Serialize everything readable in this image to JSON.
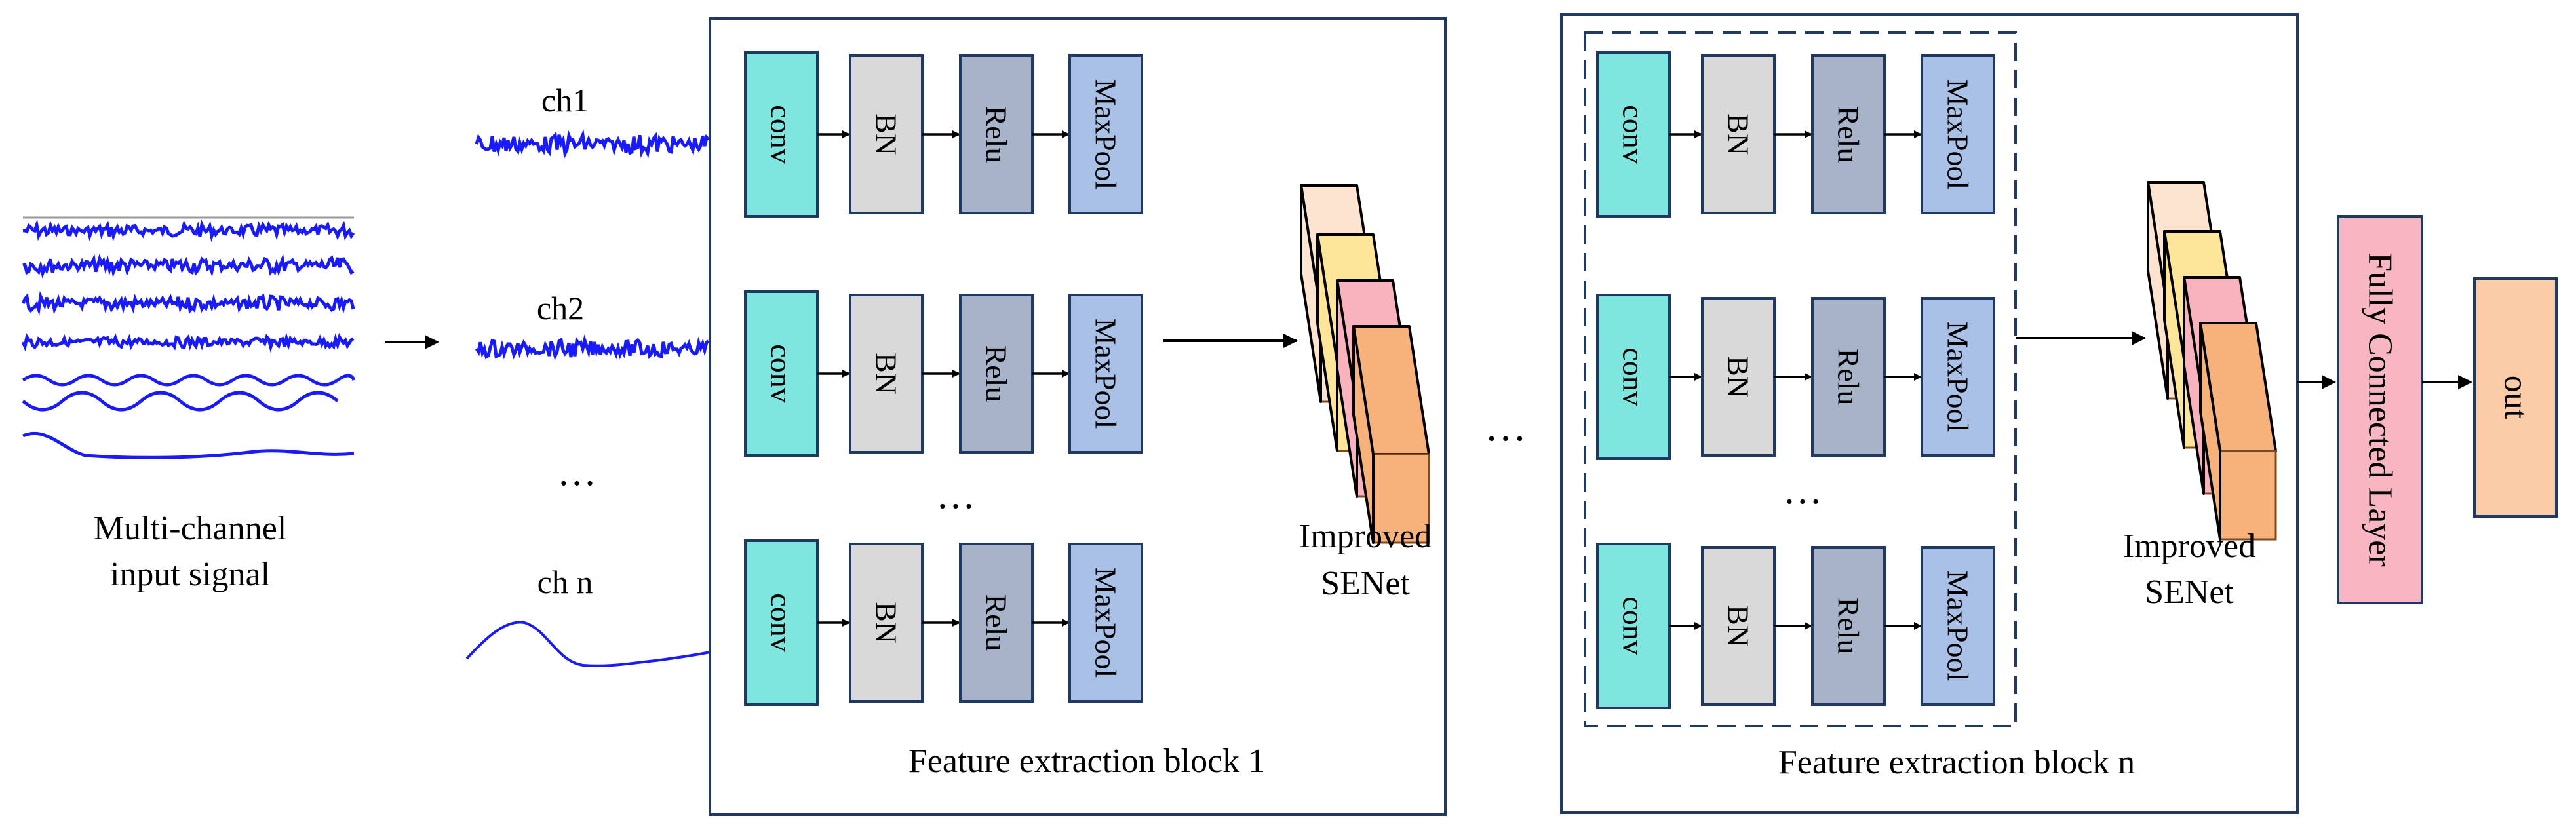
{
  "input": {
    "label_line1": "Multi-channel",
    "label_line2": "input signal"
  },
  "channels": {
    "ch1": "ch1",
    "ch2": "ch2",
    "ellipsis": "…",
    "chn": "ch n"
  },
  "layers": {
    "conv": "conv",
    "bn": "BN",
    "relu": "Relu",
    "maxpool": "MaxPool"
  },
  "block1": {
    "caption": "Feature extraction block 1",
    "rows_ellipsis": "…",
    "senet_line1": "Improved",
    "senet_line2": "SENet"
  },
  "between_blocks_ellipsis": "…",
  "blockn": {
    "caption": "Feature extraction block n",
    "rows_ellipsis": "…",
    "senet_line1": "Improved",
    "senet_line2": "SENet"
  },
  "fc_layer": "Fully Connected Layer",
  "output": "out",
  "colors": {
    "conv": "#7fe5df",
    "bn": "#d9d9d9",
    "relu": "#a6b3c8",
    "maxpool": "#a9c1e6",
    "box_border": "#1f3864",
    "signal": "#1a1aff",
    "fc": "#f7b6c2",
    "out": "#f9cba6"
  }
}
